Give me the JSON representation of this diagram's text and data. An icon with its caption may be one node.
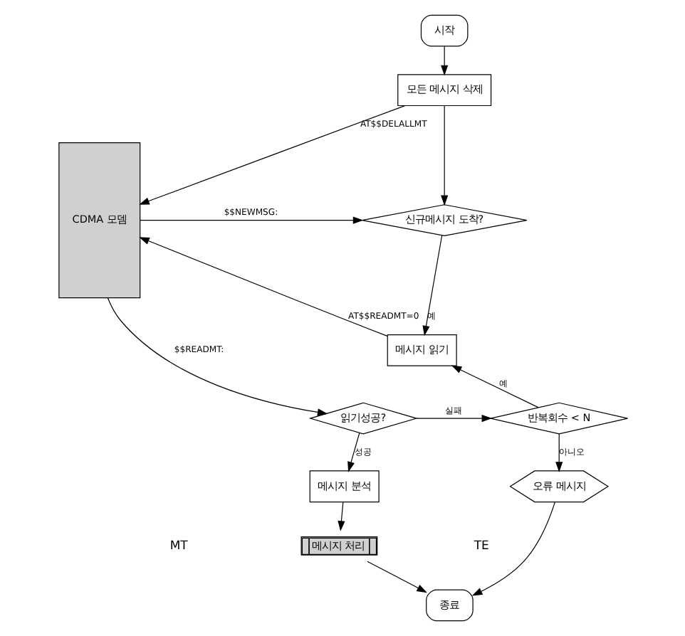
{
  "diagram": {
    "nodes": [
      {
        "text": [
          "CDMA 모뎀"
        ]
      },
      {
        "text": [
          "시작"
        ]
      },
      {
        "text": [
          "모든 메시지 삭제"
        ]
      },
      {
        "text": [
          "신규메시지 도착?"
        ]
      },
      {
        "text": [
          "메시지 읽기"
        ]
      },
      {
        "text": [
          "읽기성공?"
        ]
      },
      {
        "text": [
          "반복회수 < N"
        ]
      },
      {
        "text": [
          "메시지 분석"
        ]
      },
      {
        "text": [
          "메시지 처리"
        ]
      },
      {
        "text": [
          "오류 메시지"
        ]
      },
      {
        "text": [
          "종료"
        ]
      }
    ],
    "edges": [
      {
        "from": 1,
        "to": 2,
        "arrow": "to"
      },
      {
        "from": 2,
        "to": 0,
        "arrow": "to",
        "label": "AT$$DELALLMT"
      },
      {
        "from": 2,
        "to": 3,
        "arrow": "to"
      },
      {
        "from": 0,
        "to": 3,
        "arrow": "to",
        "label": "$$NEWMSG:"
      },
      {
        "from": 3,
        "to": 4,
        "arrow": "to",
        "label": "예"
      },
      {
        "from": 4,
        "to": 0,
        "arrow": "to",
        "label": "AT$$READMT=0"
      },
      {
        "from": 0,
        "to": 5,
        "arrow": "to",
        "label": "$$READMT:"
      },
      {
        "from": 5,
        "to": 6,
        "arrow": "to",
        "label": "실패"
      },
      {
        "from": 6,
        "to": 4,
        "arrow": "to",
        "label": "예"
      },
      {
        "from": 5,
        "to": 7,
        "arrow": "to",
        "label": "성공"
      },
      {
        "from": 6,
        "to": 9,
        "arrow": "to",
        "label": "아니오"
      },
      {
        "from": 7,
        "to": 8,
        "arrow": "to"
      },
      {
        "from": 8,
        "to": 10,
        "arrow": "to"
      },
      {
        "from": 9,
        "to": 10,
        "arrow": "to"
      }
    ],
    "labels": [
      "MT",
      "TE"
    ]
  }
}
